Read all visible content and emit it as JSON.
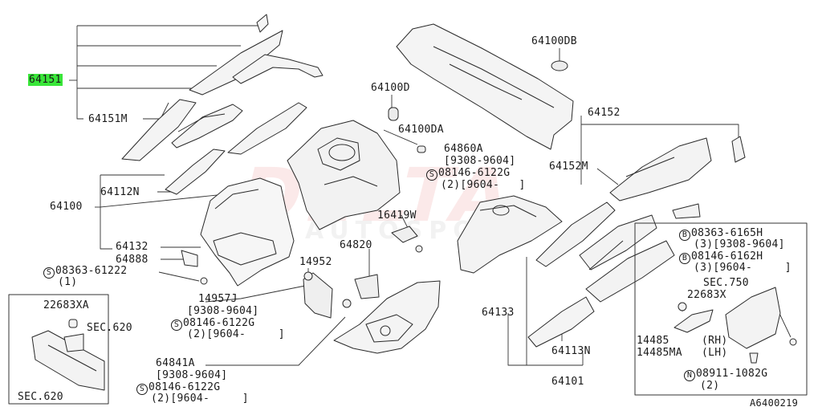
{
  "watermark": {
    "text": "DELTA",
    "subtext": "AUTOSPORT",
    "color": "#d72828"
  },
  "highlight_color": "#39e639",
  "labels": {
    "p64151": "64151",
    "p64151M": "64151M",
    "p64112N": "64112N",
    "p64100": "64100",
    "p64132": "64132",
    "p64888": "64888",
    "p08363_61222": "08363-61222",
    "p08363_61222_qty": "(1)",
    "p64100D": "64100D",
    "p64100DA": "64100DA",
    "p64100DB": "64100DB",
    "p64860A": "64860A",
    "p64860A_date": "[9308-9604]",
    "p08146_6122G_a": "08146-6122G",
    "p08146_6122G_a_qty": "(2)[9604-   ]",
    "p16419W": "16419W",
    "p64820": "64820",
    "p14952": "14952",
    "p14957J": "14957J",
    "p14957J_date": "[9308-9604]",
    "p08146_6122G_b": "08146-6122G",
    "p08146_6122G_b_qty": "(2)[9604-     ]",
    "p64841A": "64841A",
    "p64841A_date": "[9308-9604]",
    "p08146_6122G_c": "08146-6122G",
    "p08146_6122G_c_qty": "(2)[9604-     ]",
    "p22683XA": "22683XA",
    "pSEC620_a": "SEC.620",
    "pSEC620_b": "SEC.620",
    "p64152": "64152",
    "p64152M": "64152M",
    "p64133": "64133",
    "p64113N": "64113N",
    "p64101": "64101",
    "p08363_6165H": "08363-6165H",
    "p08363_6165H_qty": "(3)[9308-9604]",
    "p08146_6162H": "08146-6162H",
    "p08146_6162H_qty": "(3)[9604-     ]",
    "pSEC750": "SEC.750",
    "p22683X": "22683X",
    "p14485": "14485",
    "p14485_side": "(RH)",
    "p14485MA": "14485MA",
    "p14485MA_side": "(LH)",
    "p08911_1082G": "08911-1082G",
    "p08911_1082G_qty": "(2)",
    "diagram_id": "A6400219"
  },
  "symbols": {
    "S": "S",
    "B": "B",
    "N": "N"
  }
}
